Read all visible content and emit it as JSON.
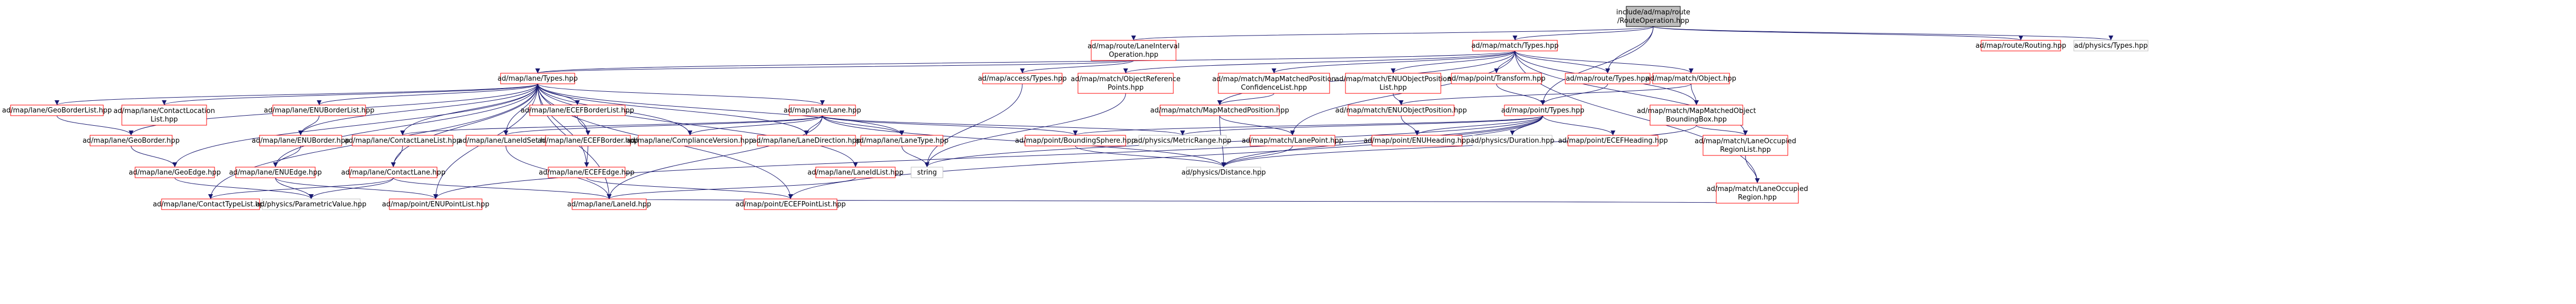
{
  "colors": {
    "root_fill": "#bfbfbf",
    "node_fill": "#ffffff",
    "red_border": "#ff0000",
    "grey_border": "#bfbfbf",
    "root_border": "#000000",
    "edge": "#191970",
    "text": "#000000"
  },
  "nodes": [
    {
      "id": "root",
      "lines": [
        "include/ad/map/route",
        "/RouteOperation.hpp"
      ],
      "style": "root"
    },
    {
      "id": "lane_interval",
      "lines": [
        "ad/map/route/LaneInterval",
        "Operation.hpp"
      ],
      "style": "red"
    },
    {
      "id": "match_types",
      "lines": [
        "ad/map/match/Types.hpp"
      ],
      "style": "red"
    },
    {
      "id": "route_routing",
      "lines": [
        "ad/map/route/Routing.hpp"
      ],
      "style": "red"
    },
    {
      "id": "physics_types",
      "lines": [
        "ad/physics/Types.hpp"
      ],
      "style": "grey"
    },
    {
      "id": "lane_types",
      "lines": [
        "ad/map/lane/Types.hpp"
      ],
      "style": "red"
    },
    {
      "id": "access_types",
      "lines": [
        "ad/map/access/Types.hpp"
      ],
      "style": "red"
    },
    {
      "id": "objref_points",
      "lines": [
        "ad/map/match/ObjectReference",
        "Points.hpp"
      ],
      "style": "red"
    },
    {
      "id": "mapmatched_conf",
      "lines": [
        "ad/map/match/MapMatchedPosition",
        "ConfidenceList.hpp"
      ],
      "style": "red"
    },
    {
      "id": "enu_objpos_list",
      "lines": [
        "ad/map/match/ENUObjectPosition",
        "List.hpp"
      ],
      "style": "red"
    },
    {
      "id": "point_transform",
      "lines": [
        "ad/map/point/Transform.hpp"
      ],
      "style": "red"
    },
    {
      "id": "route_types",
      "lines": [
        "ad/map/route/Types.hpp"
      ],
      "style": "red"
    },
    {
      "id": "match_object",
      "lines": [
        "ad/map/match/Object.hpp"
      ],
      "style": "red"
    },
    {
      "id": "geoborderlist",
      "lines": [
        "ad/map/lane/GeoBorderList.hpp"
      ],
      "style": "red"
    },
    {
      "id": "contactlocationlist",
      "lines": [
        "ad/map/lane/ContactLocation",
        "List.hpp"
      ],
      "style": "red"
    },
    {
      "id": "enuborderlist",
      "lines": [
        "ad/map/lane/ENUBorderList.hpp"
      ],
      "style": "red"
    },
    {
      "id": "ecefborderlist",
      "lines": [
        "ad/map/lane/ECEFBorderList.hpp"
      ],
      "style": "red"
    },
    {
      "id": "lane_lane",
      "lines": [
        "ad/map/lane/Lane.hpp"
      ],
      "style": "red"
    },
    {
      "id": "mapmatchedpos",
      "lines": [
        "ad/map/match/MapMatchedPosition.hpp"
      ],
      "style": "red"
    },
    {
      "id": "enu_objpos",
      "lines": [
        "ad/map/match/ENUObjectPosition.hpp"
      ],
      "style": "red"
    },
    {
      "id": "point_types",
      "lines": [
        "ad/map/point/Types.hpp"
      ],
      "style": "red"
    },
    {
      "id": "mapmatched_bbox",
      "lines": [
        "ad/map/match/MapMatchedObject",
        "BoundingBox.hpp"
      ],
      "style": "red"
    },
    {
      "id": "geoborder",
      "lines": [
        "ad/map/lane/GeoBorder.hpp"
      ],
      "style": "red"
    },
    {
      "id": "enuborder",
      "lines": [
        "ad/map/lane/ENUBorder.hpp"
      ],
      "style": "red"
    },
    {
      "id": "contactlanelist",
      "lines": [
        "ad/map/lane/ContactLaneList.hpp"
      ],
      "style": "red"
    },
    {
      "id": "laneidset",
      "lines": [
        "ad/map/lane/LaneIdSet.hpp"
      ],
      "style": "red"
    },
    {
      "id": "ecefborder",
      "lines": [
        "ad/map/lane/ECEFBorder.hpp"
      ],
      "style": "red"
    },
    {
      "id": "compliance",
      "lines": [
        "ad/map/lane/ComplianceVersion.hpp"
      ],
      "style": "red"
    },
    {
      "id": "lanedirection",
      "lines": [
        "ad/map/lane/LaneDirection.hpp"
      ],
      "style": "red"
    },
    {
      "id": "lanetype",
      "lines": [
        "ad/map/lane/LaneType.hpp"
      ],
      "style": "red"
    },
    {
      "id": "boundingsphere",
      "lines": [
        "ad/map/point/BoundingSphere.hpp"
      ],
      "style": "red"
    },
    {
      "id": "metricrange",
      "lines": [
        "ad/physics/MetricRange.hpp"
      ],
      "style": "grey"
    },
    {
      "id": "lanepoint",
      "lines": [
        "ad/map/match/LanePoint.hpp"
      ],
      "style": "red"
    },
    {
      "id": "enuheading",
      "lines": [
        "ad/map/point/ENUHeading.hpp"
      ],
      "style": "red"
    },
    {
      "id": "duration",
      "lines": [
        "ad/physics/Duration.hpp"
      ],
      "style": "grey"
    },
    {
      "id": "ecefheading",
      "lines": [
        "ad/map/point/ECEFHeading.hpp"
      ],
      "style": "red"
    },
    {
      "id": "laneoccupied_list",
      "lines": [
        "ad/map/match/LaneOccupied",
        "RegionList.hpp"
      ],
      "style": "red"
    },
    {
      "id": "geoedge",
      "lines": [
        "ad/map/lane/GeoEdge.hpp"
      ],
      "style": "red"
    },
    {
      "id": "enuedge",
      "lines": [
        "ad/map/lane/ENUEdge.hpp"
      ],
      "style": "red"
    },
    {
      "id": "contactlane",
      "lines": [
        "ad/map/lane/ContactLane.hpp"
      ],
      "style": "red"
    },
    {
      "id": "ecefedge",
      "lines": [
        "ad/map/lane/ECEFEdge.hpp"
      ],
      "style": "red"
    },
    {
      "id": "laneidlist",
      "lines": [
        "ad/map/lane/LaneIdList.hpp"
      ],
      "style": "red"
    },
    {
      "id": "string",
      "lines": [
        "string"
      ],
      "style": "grey"
    },
    {
      "id": "distance",
      "lines": [
        "ad/physics/Distance.hpp"
      ],
      "style": "grey"
    },
    {
      "id": "laneoccupied",
      "lines": [
        "ad/map/match/LaneOccupied",
        "Region.hpp"
      ],
      "style": "red"
    },
    {
      "id": "contacttypelist",
      "lines": [
        "ad/map/lane/ContactTypeList.hpp"
      ],
      "style": "red"
    },
    {
      "id": "parametricvalue",
      "lines": [
        "ad/physics/ParametricValue.hpp"
      ],
      "style": "grey"
    },
    {
      "id": "enupointlist",
      "lines": [
        "ad/map/point/ENUPointList.hpp"
      ],
      "style": "red"
    },
    {
      "id": "laneid",
      "lines": [
        "ad/map/lane/LaneId.hpp"
      ],
      "style": "red"
    },
    {
      "id": "ecefpointlist",
      "lines": [
        "ad/map/point/ECEFPointList.hpp"
      ],
      "style": "red"
    }
  ],
  "edges": [
    [
      "root",
      "lane_interval"
    ],
    [
      "root",
      "match_types"
    ],
    [
      "root",
      "route_routing"
    ],
    [
      "root",
      "physics_types"
    ],
    [
      "root",
      "route_types"
    ],
    [
      "root",
      "point_types"
    ],
    [
      "lane_interval",
      "lane_types"
    ],
    [
      "lane_interval",
      "access_types"
    ],
    [
      "match_types",
      "lane_types"
    ],
    [
      "match_types",
      "objref_points"
    ],
    [
      "match_types",
      "mapmatched_conf"
    ],
    [
      "match_types",
      "enu_objpos_list"
    ],
    [
      "match_types",
      "point_transform"
    ],
    [
      "match_types",
      "route_types"
    ],
    [
      "match_types",
      "match_object"
    ],
    [
      "match_types",
      "mapmatched_bbox"
    ],
    [
      "match_types",
      "laneoccupied_list"
    ],
    [
      "match_types",
      "laneoccupied"
    ],
    [
      "match_types",
      "mapmatchedpos"
    ],
    [
      "match_types",
      "lanepoint"
    ],
    [
      "lane_types",
      "geoborderlist"
    ],
    [
      "lane_types",
      "contactlocationlist"
    ],
    [
      "lane_types",
      "enuborderlist"
    ],
    [
      "lane_types",
      "ecefborderlist"
    ],
    [
      "lane_types",
      "lane_lane"
    ],
    [
      "lane_types",
      "geoborder"
    ],
    [
      "lane_types",
      "enuborder"
    ],
    [
      "lane_types",
      "contactlanelist"
    ],
    [
      "lane_types",
      "laneidset"
    ],
    [
      "lane_types",
      "ecefborder"
    ],
    [
      "lane_types",
      "compliance"
    ],
    [
      "lane_types",
      "lanedirection"
    ],
    [
      "lane_types",
      "lanetype"
    ],
    [
      "lane_types",
      "geoedge"
    ],
    [
      "lane_types",
      "enuedge"
    ],
    [
      "lane_types",
      "contactlane"
    ],
    [
      "lane_types",
      "ecefedge"
    ],
    [
      "lane_types",
      "laneidlist"
    ],
    [
      "lane_types",
      "contacttypelist"
    ],
    [
      "lane_types",
      "laneid"
    ],
    [
      "lane_types",
      "enupointlist"
    ],
    [
      "lane_types",
      "ecefpointlist"
    ],
    [
      "access_types",
      "string"
    ],
    [
      "objref_points",
      "string"
    ],
    [
      "mapmatched_conf",
      "mapmatchedpos"
    ],
    [
      "enu_objpos_list",
      "enu_objpos"
    ],
    [
      "point_transform",
      "point_types"
    ],
    [
      "route_types",
      "point_types"
    ],
    [
      "match_object",
      "enu_objpos"
    ],
    [
      "match_object",
      "mapmatched_bbox"
    ],
    [
      "geoborderlist",
      "geoborder"
    ],
    [
      "enuborderlist",
      "enuborder"
    ],
    [
      "ecefborderlist",
      "ecefborder"
    ],
    [
      "lane_lane",
      "contactlanelist"
    ],
    [
      "lane_lane",
      "laneidset"
    ],
    [
      "lane_lane",
      "compliance"
    ],
    [
      "lane_lane",
      "lanedirection"
    ],
    [
      "lane_lane",
      "lanetype"
    ],
    [
      "lane_lane",
      "boundingsphere"
    ],
    [
      "lane_lane",
      "metricrange"
    ],
    [
      "lane_lane",
      "laneid"
    ],
    [
      "lane_lane",
      "distance"
    ],
    [
      "mapmatchedpos",
      "lanepoint"
    ],
    [
      "mapmatchedpos",
      "distance"
    ],
    [
      "enu_objpos",
      "enuheading"
    ],
    [
      "point_types",
      "boundingsphere"
    ],
    [
      "point_types",
      "metricrange"
    ],
    [
      "point_types",
      "enuheading"
    ],
    [
      "point_types",
      "duration"
    ],
    [
      "point_types",
      "ecefheading"
    ],
    [
      "point_types",
      "distance"
    ],
    [
      "point_types",
      "enupointlist"
    ],
    [
      "point_types",
      "ecefpointlist"
    ],
    [
      "point_types",
      "string"
    ],
    [
      "mapmatched_bbox",
      "laneoccupied_list"
    ],
    [
      "mapmatched_bbox",
      "distance"
    ],
    [
      "laneoccupied_list",
      "laneoccupied"
    ],
    [
      "geoborder",
      "geoedge"
    ],
    [
      "enuborder",
      "enuedge"
    ],
    [
      "ecefborder",
      "ecefedge"
    ],
    [
      "contactlanelist",
      "contactlane"
    ],
    [
      "laneidset",
      "laneid"
    ],
    [
      "lanetype",
      "string"
    ],
    [
      "boundingsphere",
      "distance"
    ],
    [
      "lanepoint",
      "distance"
    ],
    [
      "geoedge",
      "parametricvalue"
    ],
    [
      "enuedge",
      "enupointlist"
    ],
    [
      "enuedge",
      "parametricvalue"
    ],
    [
      "contactlane",
      "contacttypelist"
    ],
    [
      "contactlane",
      "laneid"
    ],
    [
      "contactlane",
      "parametricvalue"
    ],
    [
      "ecefedge",
      "ecefpointlist"
    ],
    [
      "laneidlist",
      "laneid"
    ],
    [
      "laneoccupied",
      "laneid"
    ]
  ]
}
